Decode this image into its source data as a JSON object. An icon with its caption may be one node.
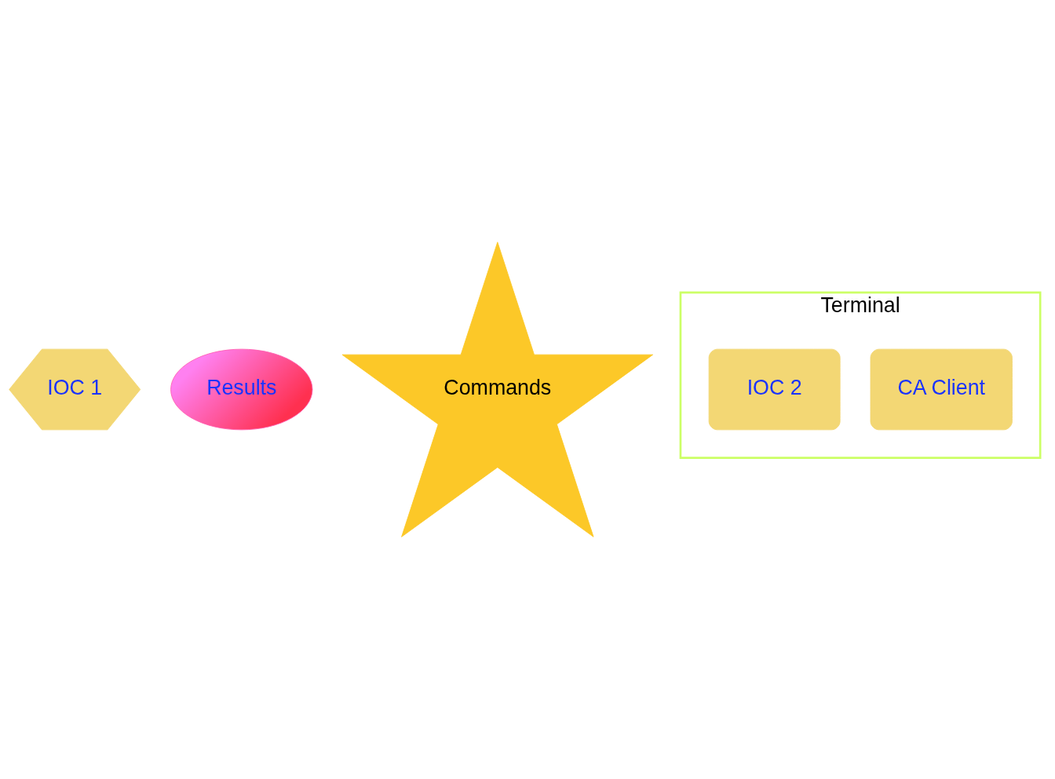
{
  "diagram": {
    "nodes": [
      {
        "text": [
          "IOC 1"
        ]
      },
      {
        "text": [
          "Results"
        ]
      },
      {
        "text": [
          "Commands"
        ]
      },
      {
        "text": [
          "Terminal"
        ]
      },
      {
        "text": [
          "CA Client"
        ],
        "in": 3
      },
      {
        "text": [
          "IOC 2"
        ],
        "in": 3
      }
    ]
  }
}
